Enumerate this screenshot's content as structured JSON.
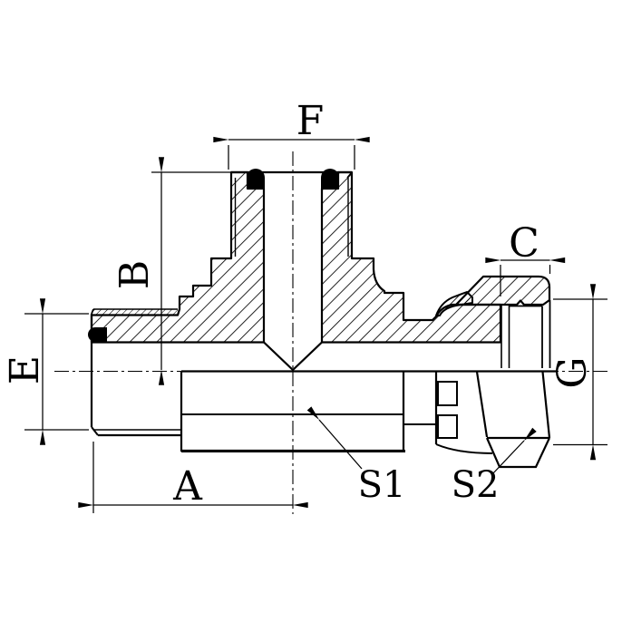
{
  "drawing": {
    "title": "tee-fitting-cross-section",
    "colors": {
      "line": "#000000",
      "background": "#ffffff",
      "oring": "#000000"
    },
    "dimensions": {
      "F": "F",
      "B": "B",
      "C": "C",
      "E": "E",
      "G": "G",
      "A": "A"
    },
    "callouts": {
      "s1": "S1",
      "s2": "S2"
    }
  }
}
